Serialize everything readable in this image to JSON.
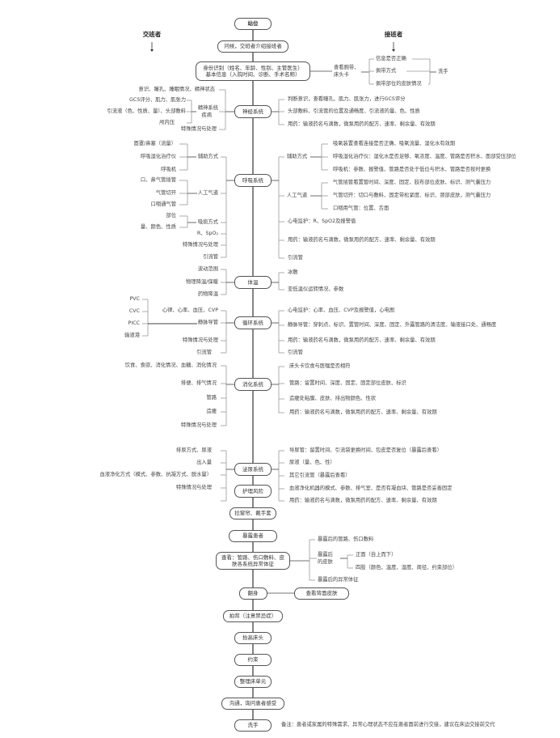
{
  "roles": {
    "handover": "交班者",
    "receiver": "接班者"
  },
  "flow": {
    "stand": "站位",
    "greet": "问候，交班者介绍接班者",
    "identity": "身份识别（姓名、年龄、性别、主管医生）",
    "basic_info": "基本信息（入院时间、诊断、手术名称）",
    "curtain": "拉窗帘、戴手套",
    "expose": "暴露患者",
    "inspect": "查看：管路、伤口敷料、皮",
    "inspect2": "肤各系统异常体征",
    "turn": "翻身",
    "pat": "拍背（注意禁忌症）",
    "raise": "抬高床头",
    "restrain": "约束",
    "bed": "整理床单元",
    "communicate": "沟通，询问患者感受",
    "wash": "洗手"
  },
  "identity_check": {
    "label1": "查看腕带、",
    "label2": "床头卡",
    "items": [
      "信息是否正确",
      "佩带方式",
      "佩带部位的皮肤情况"
    ],
    "wash": "洗手"
  },
  "neuro": {
    "title": "神经系统",
    "left": {
      "consciousness": "意识、瞳孔、睡眠情况、精神状态",
      "disease1": "精神系统",
      "disease2": "疾病",
      "disease_items": [
        "GCS评分、肌力、肌张力",
        "引流液（色、性质、量）、头部敷料",
        "颅内压"
      ],
      "special": "特殊情况与处理"
    },
    "right": [
      "判断意识，查看瞳孔、肌力、肌张力，进行GCS评分",
      "头部敷料、引流管的位置及通畅度、引流液的量、色、性质",
      "用药：输液药名与滴数，微泵用药的配方、速率、剩余量、有效期"
    ]
  },
  "resp": {
    "title": "呼吸系统",
    "left": {
      "aux": "辅助方式",
      "aux_items": [
        "面罩/鼻塞（流量）",
        "呼吸湿化治疗仪",
        "呼吸机"
      ],
      "airway": "人工气道",
      "airway_items": [
        "口、鼻气管插管",
        "气管切开",
        "口咽通气管"
      ],
      "suction": "吸痰方式",
      "suction_items": [
        "部位",
        "量、颜色、性质"
      ],
      "vitals": "R、SpO₂",
      "special": "特殊情况与处理",
      "drain": "引流管"
    },
    "right": {
      "aux": "辅助方式",
      "aux_items": [
        "吸氧装置查看连接是否正确、吸氧流量、湿化水有效期",
        "呼吸湿化治疗仪：湿化水是否足够、氧浓度、温度、管路是否积水、面部受压部位",
        "呼吸机：参数、报警值、管路是否处于低位与积水、管路是否按时更换"
      ],
      "airway": "人工气道",
      "airway_items": [
        "气管插管看置管时间、深度、固定、胶布部位皮肤、标识、测气囊压力",
        "气管切开：切口与敷料、固定带松紧度、标识、颈部皮肤，测气囊压力",
        "口咽用气管：位置、舌面"
      ],
      "monitor": "心电监护：R、SpO2及报警值",
      "meds": "用药：输液药名与滴数，微泵用药的配方、速率、剩余量、有效期",
      "drain": "引流管"
    }
  },
  "temp": {
    "title": "体温",
    "left": [
      "波动范围",
      "物理降温/保暖",
      "药物降温"
    ],
    "right": [
      "冰敷",
      "亚低温仪运转情况、参数"
    ]
  },
  "circ": {
    "title": "循环系统",
    "left": {
      "vitals": "心律、心率、血压、CVP",
      "catheter": "静脉导管",
      "catheter_types": [
        "PVC",
        "CVC",
        "PICC",
        "输液港"
      ],
      "special": "特殊情况与处理",
      "drain": "引流管"
    },
    "right": [
      "心电监护：心率、血压、CVP及报警值，心电图",
      "静脉导管：穿刺点、标识、置管时间、深度、固定、外露管路的清洁度、输液接口处、通畅度",
      "用药：输液药名与滴数，微泵用药的配方、速率、剩余量、有效期",
      "引流管"
    ]
  },
  "digest": {
    "title": "消化系统",
    "left": [
      "饮食、食欲、消化情况、血糖、消化情况",
      "排便、排气情况",
      "管路",
      "造瘘",
      "特殊情况与处理"
    ],
    "right": [
      "床头卡饮食与医嘱是否相符",
      "管路：留置时间、深度、固定、固定部位皮肤、标识",
      "造瘘处粘膜、皮肤、排出物颜色、性状",
      "用药：输液药名与滴数，微泵用药的配方、速率、剩余量、有效期"
    ]
  },
  "urine": {
    "title": "泌尿系统",
    "left": [
      "排尿方式、尿液",
      "出入量",
      "血液净化方式（模式、参数、抗凝方式、脱水量）",
      "特殊情况与处理"
    ],
    "right": [
      "导尿管：留置时间、引流袋更换时间、包皮是否复位（暴露后查看）",
      "尿液（量、色、性）",
      "其它引流管（暴露后查看）",
      "血液净化机器的模式、参数、排气室、是否有凝血块、管路是否妥善固定",
      "用药：输液药名与滴数，微泵用药的配方、速率、剩余量、有效期"
    ]
  },
  "risk": {
    "title": "护理风险"
  },
  "exposure": {
    "items": [
      "暴露后的管路、伤口敷料",
      "暴露后的异常体征"
    ],
    "skin1": "暴露后",
    "skin2": "的皮肤",
    "skin_items": [
      "正面（自上而下）",
      "四肢（颜色、温度、湿度、周径、约束部位）"
    ]
  },
  "back_skin": "查看背面皮肤",
  "note": "备注：患者或家属的特殊需求、异常心理状态不应在患者面前进行交接，建议在床边交接前交代"
}
